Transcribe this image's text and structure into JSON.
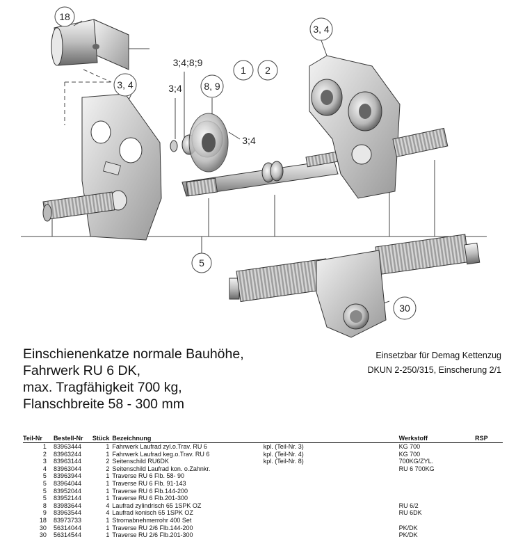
{
  "callouts": {
    "c18": "18",
    "c34_top_right": "3, 4",
    "c349": "3;4;8;9",
    "c1": "1",
    "c2": "2",
    "c34_plate": "3, 4",
    "c34_small": "3;4",
    "c89": "8, 9",
    "c34_side": "3;4",
    "c5": "5",
    "c30": "30"
  },
  "title": {
    "line1": "Einschienenkatze normale Bauhöhe,",
    "line2": "Fahrwerk RU 6 DK,",
    "line3": "max. Tragfähigkeit 700 kg,",
    "line4": "Flanschbreite 58 - 300 mm"
  },
  "note": {
    "line1": "Einsetzbar für Demag Kettenzug",
    "line2": "DKUN 2-250/315, Einscherung 2/1"
  },
  "table": {
    "headers": {
      "teil": "Teil-Nr",
      "bestell": "Bestell-Nr",
      "stueck": "Stück",
      "bezeichnung": "Bezeichnung",
      "kpl": "",
      "werkstoff": "Werkstoff",
      "rsp": "RSP"
    },
    "rows": [
      {
        "teil": "1",
        "bestell": "83963444",
        "stueck": "1",
        "bez": "Fahrwerk Laufrad zyl.o.Trav. RU 6",
        "kpl": "kpl. (Teil-Nr. 3)",
        "wst": "KG 700",
        "rsp": ""
      },
      {
        "teil": "2",
        "bestell": "83963244",
        "stueck": "1",
        "bez": "Fahrwerk Laufrad keg.o.Trav. RU 6",
        "kpl": "kpl. (Teil-Nr. 4)",
        "wst": "KG 700",
        "rsp": ""
      },
      {
        "teil": "3",
        "bestell": "83963144",
        "stueck": "2",
        "bez": "Seitenschild  RU6DK",
        "kpl": "kpl. (Teil-Nr. 8)",
        "wst": "700KG/ZYL.",
        "rsp": ""
      },
      {
        "teil": "4",
        "bestell": "83963044",
        "stueck": "2",
        "bez": "Seitenschild Laufrad kon. o.Zahnkr.",
        "kpl": "",
        "wst": "RU 6 700KG",
        "rsp": ""
      },
      {
        "teil": "5",
        "bestell": "83963944",
        "stueck": "1",
        "bez": "Traverse RU 6   Flb. 58- 90",
        "kpl": "",
        "wst": "",
        "rsp": ""
      },
      {
        "teil": "5",
        "bestell": "83964044",
        "stueck": "1",
        "bez": "Traverse RU 6   Flb. 91-143",
        "kpl": "",
        "wst": "",
        "rsp": ""
      },
      {
        "teil": "5",
        "bestell": "83952044",
        "stueck": "1",
        "bez": "Traverse RU 6   Flb.144-200",
        "kpl": "",
        "wst": "",
        "rsp": ""
      },
      {
        "teil": "5",
        "bestell": "83952144",
        "stueck": "1",
        "bez": "Traverse RU 6   Flb.201-300",
        "kpl": "",
        "wst": "",
        "rsp": ""
      },
      {
        "teil": "8",
        "bestell": "83983644",
        "stueck": "4",
        "bez": "Laufrad zylindrisch  65 1SPK OZ",
        "kpl": "",
        "wst": "RU 6/2",
        "rsp": ""
      },
      {
        "teil": "9",
        "bestell": "83963544",
        "stueck": "4",
        "bez": "Laufrad konisch  65 1SPK OZ",
        "kpl": "",
        "wst": "RU 6DK",
        "rsp": ""
      },
      {
        "teil": "18",
        "bestell": "83973733",
        "stueck": "1",
        "bez": "Stromabnehmerrohr 400 Set",
        "kpl": "",
        "wst": "",
        "rsp": ""
      },
      {
        "teil": "30",
        "bestell": "56314044",
        "stueck": "1",
        "bez": "Traverse RU 2/6 Flb.144-200",
        "kpl": "",
        "wst": "PK/DK",
        "rsp": ""
      },
      {
        "teil": "30",
        "bestell": "56314544",
        "stueck": "1",
        "bez": "Traverse RU 2/6 Flb.201-300",
        "kpl": "",
        "wst": "PK/DK",
        "rsp": ""
      }
    ]
  }
}
